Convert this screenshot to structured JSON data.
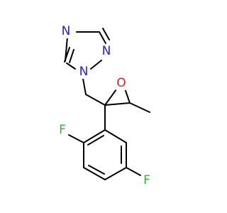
{
  "colors": {
    "bond": "#000000",
    "nitrogen": "#1f1fe6",
    "oxygen": "#e02020",
    "fluorine": "#2fb52f",
    "background": "#ffffff"
  },
  "molecule": {
    "atoms": {
      "n_top": "N",
      "n_right": "N",
      "n1": "N",
      "h_sub": "",
      "o_epoxide": "O",
      "f_upper": "F",
      "f_lower": "F"
    }
  }
}
